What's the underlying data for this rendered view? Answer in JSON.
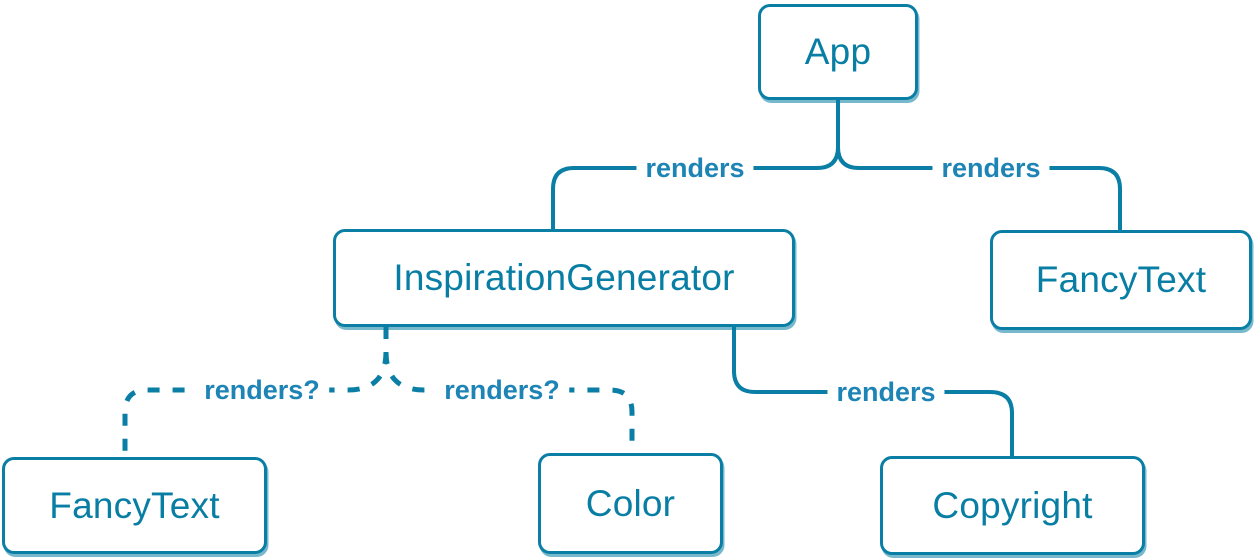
{
  "diagram_type": "component-render-tree",
  "nodes": [
    {
      "id": "app",
      "label": "App"
    },
    {
      "id": "inspiration-generator",
      "label": "InspirationGenerator"
    },
    {
      "id": "fancy-text-top",
      "label": "FancyText"
    },
    {
      "id": "fancy-text-bottom",
      "label": "FancyText"
    },
    {
      "id": "color",
      "label": "Color"
    },
    {
      "id": "copyright",
      "label": "Copyright"
    }
  ],
  "edges": [
    {
      "from": "App",
      "to": "InspirationGenerator",
      "label": "renders",
      "style": "solid"
    },
    {
      "from": "App",
      "to": "FancyText",
      "label": "renders",
      "style": "solid"
    },
    {
      "from": "InspirationGenerator",
      "to": "FancyText",
      "label": "renders?",
      "style": "dashed"
    },
    {
      "from": "InspirationGenerator",
      "to": "Color",
      "label": "renders?",
      "style": "dashed"
    },
    {
      "from": "InspirationGenerator",
      "to": "Copyright",
      "label": "renders",
      "style": "solid"
    }
  ],
  "colors": {
    "line": "#0a7ea4",
    "label": "#1d84b5",
    "node_border": "#0a7ea4",
    "node_text": "#087ea4",
    "node_bg": "#ffffff",
    "background": "#ffffff"
  }
}
